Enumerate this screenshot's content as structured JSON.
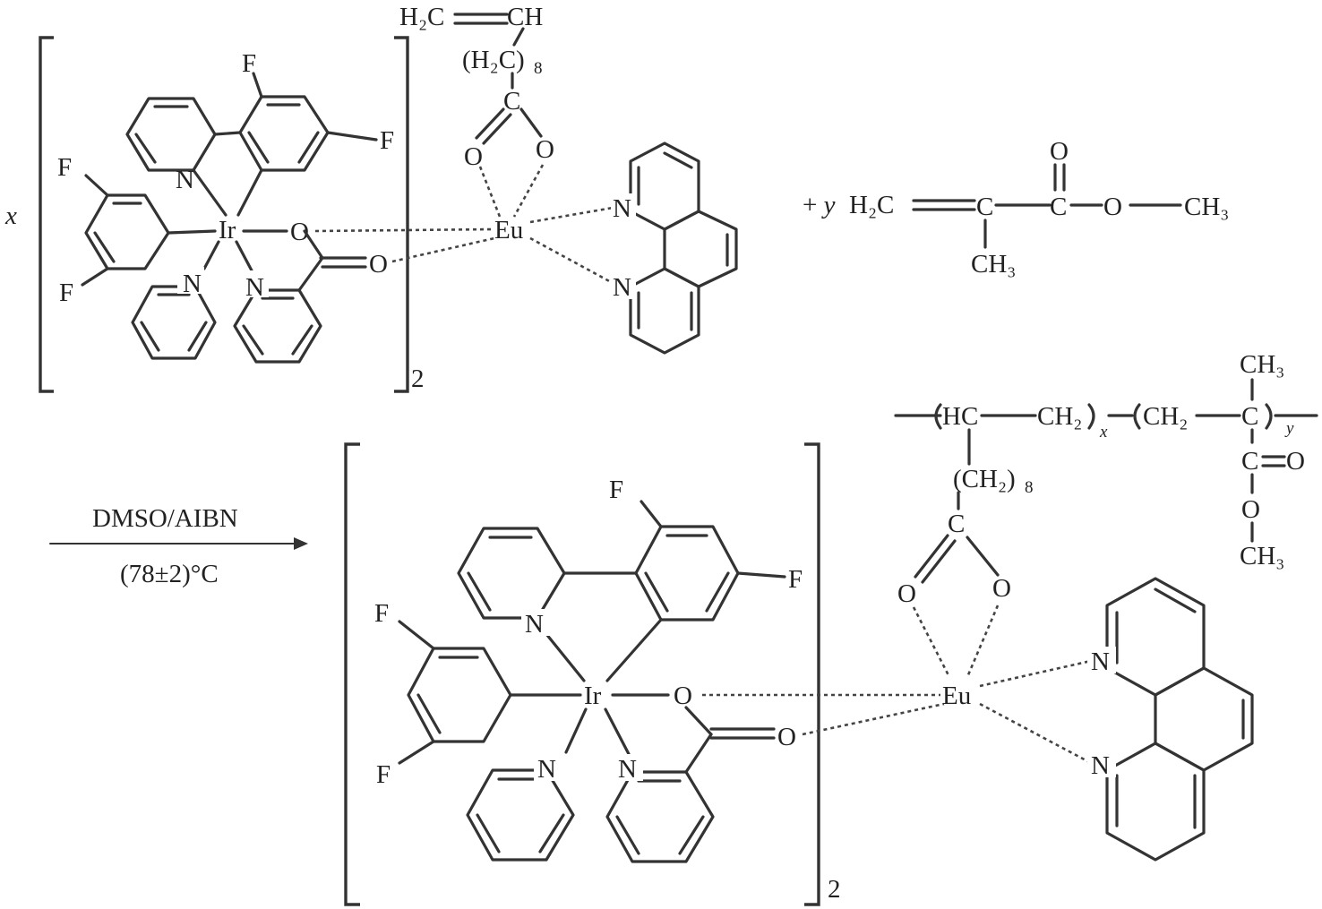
{
  "top": {
    "coeff_x": "x",
    "bracket_subscript": "2",
    "atoms": {
      "F1": "F",
      "F2": "F",
      "F3": "F",
      "F4": "F",
      "N_ppy1": "N",
      "N_ppy2": "N",
      "N_pic": "N",
      "Ir": "Ir",
      "O_ir": "O",
      "O_carbonyl": "O",
      "Eu": "Eu",
      "N_phen1": "N",
      "N_phen2": "N",
      "O_un1": "O",
      "O_un2": "O",
      "C_un": "C",
      "vinyl_left": "H₂C",
      "vinyl_right": "CH",
      "chain_text": "(H₂C)",
      "chain_sub": "8"
    },
    "mma": {
      "plus_y": "+ ",
      "y": "y",
      "h2c": "H₂C",
      "c": "C",
      "c2": "C",
      "o_top": "O",
      "o_ester": "O",
      "ch3_end": "CH₃",
      "ch3_branch": "CH₃"
    }
  },
  "arrow": {
    "reagents": "DMSO/AIBN",
    "conditions": "(78±2)°C"
  },
  "bottom": {
    "bracket_subscript": "2",
    "atoms": {
      "F1": "F",
      "F2": "F",
      "F3": "F",
      "F4": "F",
      "N_ppy1": "N",
      "N_ppy2": "N",
      "N_pic": "N",
      "Ir": "Ir",
      "O_ir": "O",
      "O_carbonyl": "O",
      "Eu": "Eu",
      "N_phen1": "N",
      "N_phen2": "N",
      "O_un1": "O",
      "O_un2": "O",
      "C_un": "C",
      "chain_text": "(CH₂)",
      "chain_sub": "8"
    },
    "polymer": {
      "hc": "HC",
      "ch2_a": "CH₂",
      "sub_x": "x",
      "ch2_b": "CH₂",
      "c_quat": "C",
      "sub_y": "y",
      "ch3_top": "CH₃",
      "c_ester": "C",
      "o_dbl": "O",
      "o_single": "O",
      "ch3_bottom": "CH₃"
    }
  }
}
